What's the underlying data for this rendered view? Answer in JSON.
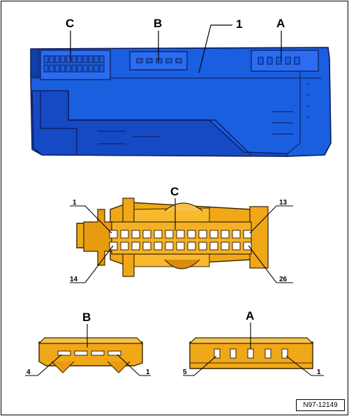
{
  "labels": {
    "top_c": "C",
    "top_b": "B",
    "top_one": "1",
    "top_a": "A",
    "conn_c_title": "C",
    "c_pin_1": "1",
    "c_pin_13": "13",
    "c_pin_14": "14",
    "c_pin_26": "26",
    "conn_b_title": "B",
    "b_pin_4": "4",
    "b_pin_1": "1",
    "conn_a_title": "A",
    "a_pin_5": "5",
    "a_pin_1": "1"
  },
  "reference_code": "N97-12149",
  "colors": {
    "module_blue": "#1a5fe0",
    "connector_orange": "#f0a818"
  }
}
